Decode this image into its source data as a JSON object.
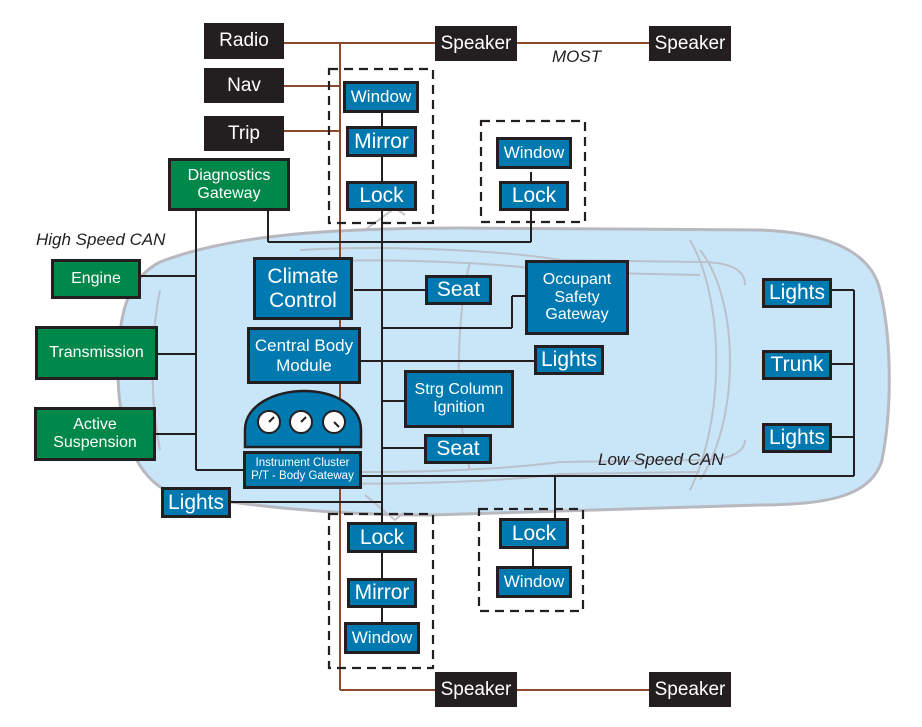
{
  "diagram": {
    "title_hidden": "In-vehicle network architecture",
    "colors": {
      "most_bus": "#8b4a2f",
      "can_bus": "#231f20",
      "infotainment_node": "#231f20",
      "powertrain_node": "#00874a",
      "body_node": "#0078b0",
      "car_body": "#c9e6f8",
      "car_outline": "#b8b8c0"
    },
    "bus_labels": {
      "most": "MOST",
      "high_speed_can": "High Speed CAN",
      "low_speed_can": "Low Speed CAN"
    },
    "infotainment": {
      "radio": "Radio",
      "nav": "Nav",
      "trip": "Trip",
      "speaker_front_left": "Speaker",
      "speaker_front_right": "Speaker",
      "speaker_rear_left": "Speaker",
      "speaker_rear_right": "Speaker"
    },
    "powertrain": {
      "diagnostics_gateway": "Diagnostics\nGateway",
      "engine": "Engine",
      "transmission": "Transmission",
      "active_suspension": "Active\nSuspension"
    },
    "body": {
      "climate_control": "Climate\nControl",
      "central_body_module": "Central Body\nModule",
      "instrument_cluster": "Instrument Cluster\nP/T - Body Gateway",
      "seat_front": "Seat",
      "seat_rear": "Seat",
      "occupant_safety_gateway": "Occupant\nSafety\nGateway",
      "lights_center": "Lights",
      "strg_column_ignition": "Strg Column\nIgnition",
      "lights_front_left": "Lights",
      "lights_rear_top": "Lights",
      "trunk": "Trunk",
      "lights_rear_bottom": "Lights"
    },
    "doors": {
      "front_left": {
        "window": "Window",
        "mirror": "Mirror",
        "lock": "Lock"
      },
      "rear_left": {
        "window": "Window",
        "lock": "Lock"
      },
      "front_right": {
        "lock": "Lock",
        "mirror": "Mirror",
        "window": "Window"
      },
      "rear_right": {
        "lock": "Lock",
        "window": "Window"
      }
    }
  }
}
